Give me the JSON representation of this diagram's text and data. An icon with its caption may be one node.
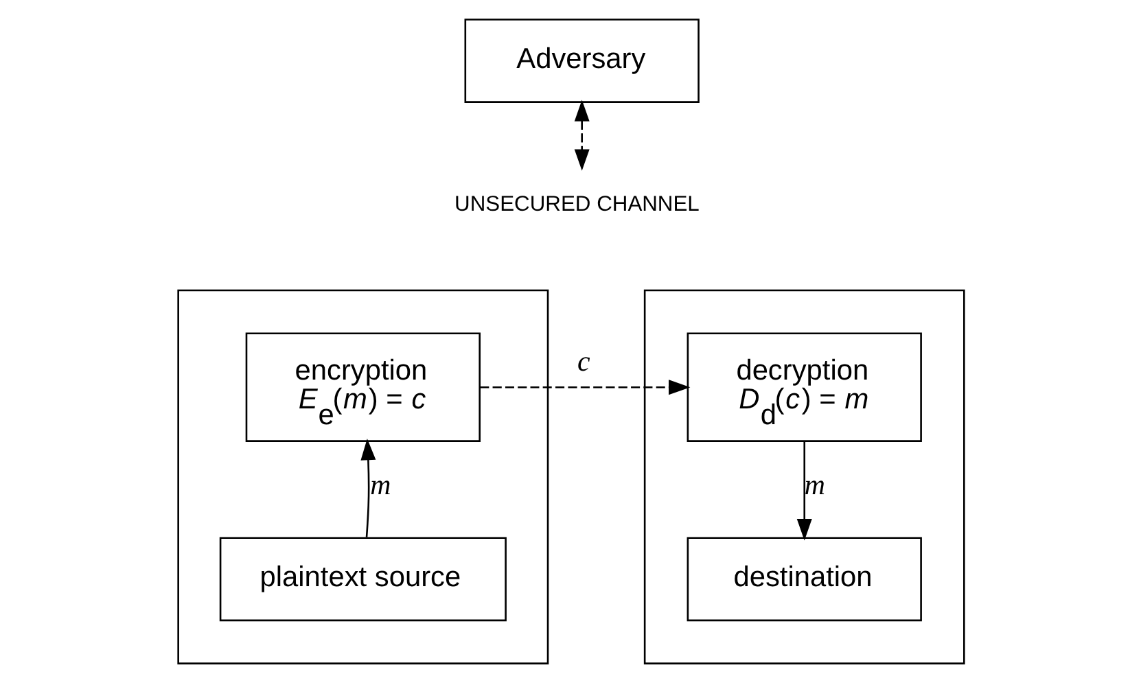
{
  "diagram": {
    "nodes": [
      {
        "text": [
          "Adversary"
        ]
      },
      {
        "text": [],
        "shape": "box"
      },
      {
        "text": [
          "encryption",
          "*E*$_{e}$(*m*) = *c*"
        ],
        "in": 1
      },
      {
        "text": [
          "plaintext source"
        ],
        "in": 1
      },
      {
        "text": [],
        "shape": "box"
      },
      {
        "text": [
          "decryption",
          "*D*$_{d}$(*c*) = *m*"
        ],
        "in": 4
      },
      {
        "text": [
          "destination"
        ],
        "in": 4
      }
    ],
    "edges": [
      {
        "from": 0,
        "to": null,
        "arrow": "both",
        "style": "dashed"
      },
      {
        "from": 2,
        "to": 5,
        "arrow": "to",
        "style": "dashed",
        "label": "*c*"
      },
      {
        "from": 3,
        "to": 2,
        "arrow": "to",
        "label": "*m*"
      },
      {
        "from": 5,
        "to": 6,
        "arrow": "to",
        "label": "*m*"
      }
    ],
    "labels": [
      "UNSECURED CHANNEL"
    ]
  }
}
